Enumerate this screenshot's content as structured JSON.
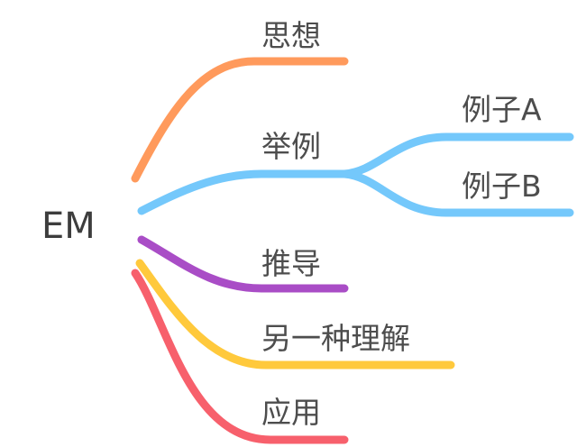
{
  "mindmap": {
    "root": {
      "label": "EM"
    },
    "branches": [
      {
        "label": "思想",
        "color": "#ff9a5c",
        "children": []
      },
      {
        "label": "举例",
        "color": "#74c8fb",
        "children": [
          {
            "label": "例子A"
          },
          {
            "label": "例子B"
          }
        ]
      },
      {
        "label": "推导",
        "color": "#a94dc6",
        "children": []
      },
      {
        "label": "另一种理解",
        "color": "#ffc93c",
        "children": []
      },
      {
        "label": "应用",
        "color": "#f7606c",
        "children": []
      }
    ]
  }
}
